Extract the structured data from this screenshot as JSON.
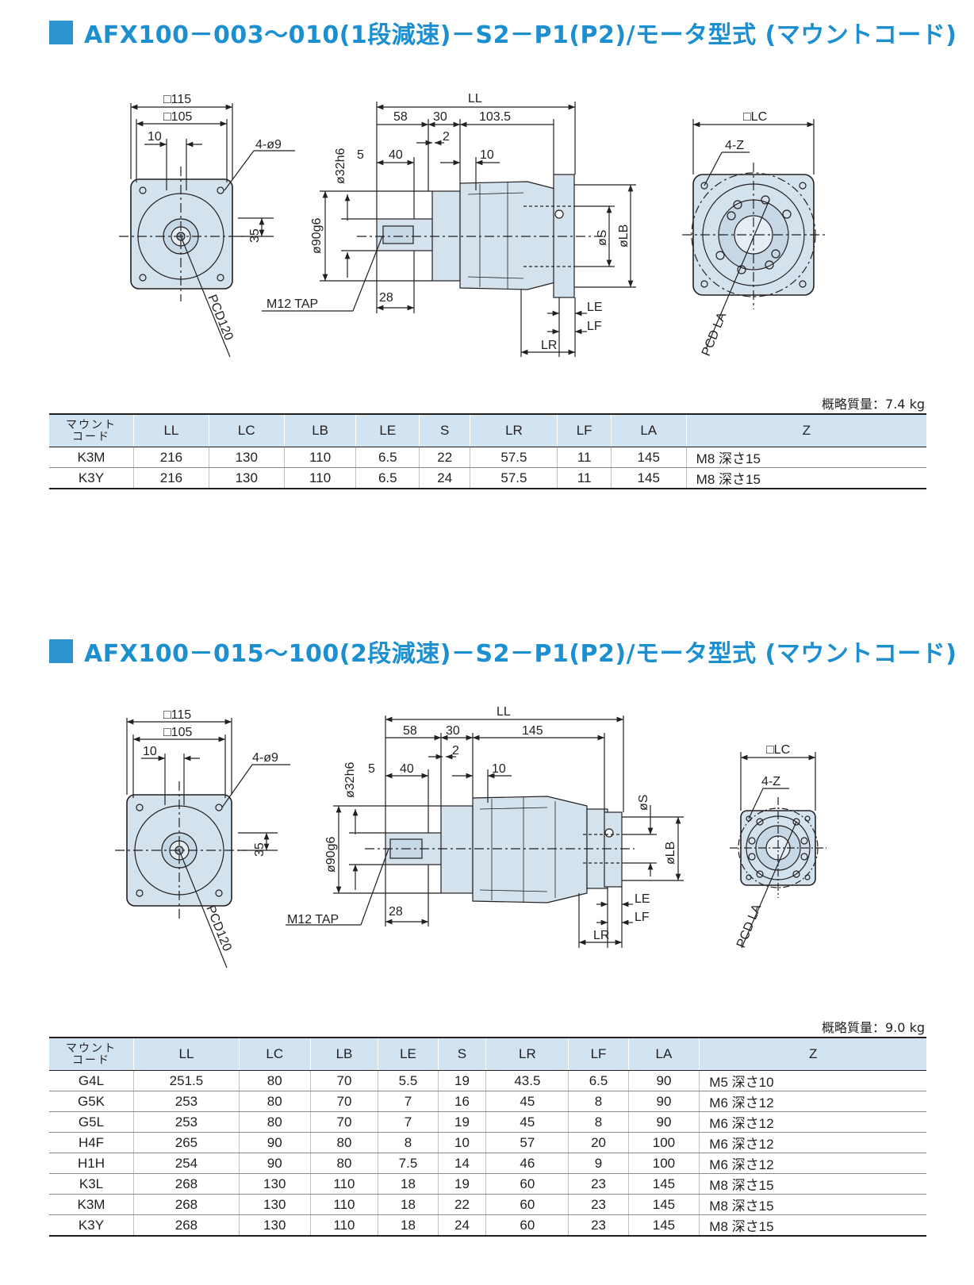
{
  "sections": [
    {
      "title": "AFX100－003～010(1段減速)－S2－P1(P2)/モータ型式 (マウントコード)",
      "drawing": {
        "sq115": "□115",
        "sq105": "□105",
        "d10": "10",
        "holes": "4-ø9",
        "d35": "35",
        "pcd": "PCD120",
        "ll": "LL",
        "d58": "58",
        "d30": "30",
        "body_len": "103.5",
        "d2": "2",
        "d5": "5",
        "d40": "40",
        "d10b": "10",
        "shaft": "ø32h6",
        "pilot": "ø90g6",
        "tap": "M12 TAP",
        "d28": "28",
        "s": "øS",
        "lb": "øLB",
        "le": "LE",
        "lf": "LF",
        "lr": "LR",
        "sqlc": "□LC",
        "z": "4-Z",
        "pcdla": "PCD LA"
      },
      "mass": "概略質量：7.4 kg",
      "columns": [
        "マウント\nコード",
        "LL",
        "LC",
        "LB",
        "LE",
        "S",
        "LR",
        "LF",
        "LA",
        "Z"
      ],
      "rows": [
        [
          "K3M",
          "216",
          "130",
          "110",
          "6.5",
          "22",
          "57.5",
          "11",
          "145",
          "M8  深さ15"
        ],
        [
          "K3Y",
          "216",
          "130",
          "110",
          "6.5",
          "24",
          "57.5",
          "11",
          "145",
          "M8  深さ15"
        ]
      ]
    },
    {
      "title": "AFX100－015～100(2段減速)－S2－P1(P2)/モータ型式 (マウントコード)",
      "drawing": {
        "sq115": "□115",
        "sq105": "□105",
        "d10": "10",
        "holes": "4-ø9",
        "d35": "35",
        "pcd": "PCD120",
        "ll": "LL",
        "d58": "58",
        "d30": "30",
        "body_len": "145",
        "d2": "2",
        "d5": "5",
        "d40": "40",
        "d10b": "10",
        "shaft": "ø32h6",
        "pilot": "ø90g6",
        "tap": "M12 TAP",
        "d28": "28",
        "s": "øS",
        "lb": "øLB",
        "le": "LE",
        "lf": "LF",
        "lr": "LR",
        "sqlc": "□LC",
        "z": "4-Z",
        "pcdla": "PCD LA"
      },
      "mass": "概略質量：9.0 kg",
      "columns": [
        "マウント\nコード",
        "LL",
        "LC",
        "LB",
        "LE",
        "S",
        "LR",
        "LF",
        "LA",
        "Z"
      ],
      "rows": [
        [
          "G4L",
          "251.5",
          "80",
          "70",
          "5.5",
          "19",
          "43.5",
          "6.5",
          "90",
          "M5  深さ10"
        ],
        [
          "G5K",
          "253",
          "80",
          "70",
          "7",
          "16",
          "45",
          "8",
          "90",
          "M6  深さ12"
        ],
        [
          "G5L",
          "253",
          "80",
          "70",
          "7",
          "19",
          "45",
          "8",
          "90",
          "M6  深さ12"
        ],
        [
          "H4F",
          "265",
          "90",
          "80",
          "8",
          "10",
          "57",
          "20",
          "100",
          "M6  深さ12"
        ],
        [
          "H1H",
          "254",
          "90",
          "80",
          "7.5",
          "14",
          "46",
          "9",
          "100",
          "M6  深さ12"
        ],
        [
          "K3L",
          "268",
          "130",
          "110",
          "18",
          "19",
          "60",
          "23",
          "145",
          "M8  深さ15"
        ],
        [
          "K3M",
          "268",
          "130",
          "110",
          "18",
          "22",
          "60",
          "23",
          "145",
          "M8  深さ15"
        ],
        [
          "K3Y",
          "268",
          "130",
          "110",
          "18",
          "24",
          "60",
          "23",
          "145",
          "M8  深さ15"
        ]
      ]
    }
  ]
}
